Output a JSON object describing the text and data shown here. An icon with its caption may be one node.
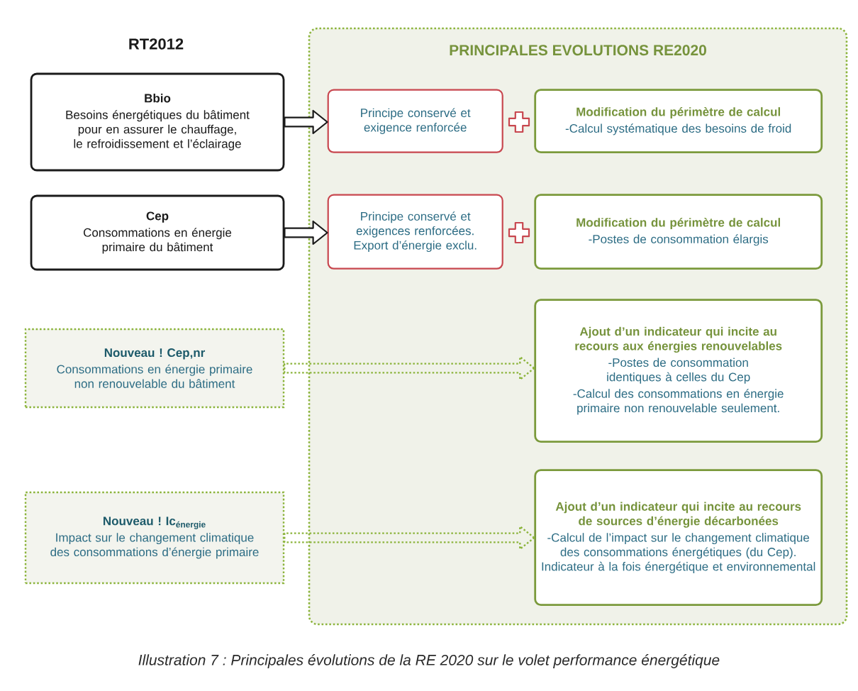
{
  "diagram": {
    "caption": "Illustration 7 : Principales évolutions de la RE 2020 sur le volet performance énergétique",
    "nodes": [
      {
        "text": [
          "PRINCIPALES EVOLUTIONS RE2020"
        ]
      },
      {
        "text": [
          "Bbio",
          "Besoins énergétiques du bâtiment pour en assurer le chauffage, le refroidissement et l’éclairage"
        ]
      },
      {
        "text": [
          "Principe conservé et exigence renforcée"
        ],
        "in": 0
      },
      {
        "text": [
          "Modification du périmètre de calcul",
          "-Calcul systématique des besoins de froid"
        ],
        "in": 0
      },
      {
        "text": [
          "Cep",
          "Consommations en énergie primaire du bâtiment"
        ]
      },
      {
        "text": [
          "Principe conservé et exigences renforcées. Export d’énergie exclu."
        ],
        "in": 0
      },
      {
        "text": [
          "Modification du périmètre de calcul",
          "-Postes de consommation élargis"
        ],
        "in": 0
      },
      {
        "text": [
          "Nouveau ! Cep,nr",
          "Consommations en énergie primaire non renouvelable du bâtiment"
        ]
      },
      {
        "text": [
          "Ajout d’un indicateur qui incite au recours aux énergies renouvelables",
          "-Postes de consommation identiques à celles du Cep",
          "-Calcul des consommations en énergie primaire non renouvelable seulement."
        ],
        "in": 0
      },
      {
        "text": [
          "Nouveau ! Ic$_{énergie}$",
          "Impact sur le changement climatique des consommations d’énergie primaire"
        ]
      },
      {
        "text": [
          "Ajout d’un indicateur qui incite au recours de sources d’énergie décarbonées",
          "-Calcul de l’impact sur le changement climatique des consommations énergétiques (du Cep). Indicateur à la fois énergétique et environnemental"
        ],
        "in": 0
      }
    ],
    "edges": [
      {
        "from": 1,
        "to": 2,
        "arrow": "to"
      },
      {
        "from": 4,
        "to": 5,
        "arrow": "to"
      },
      {
        "from": 7,
        "to": 8,
        "arrow": "to",
        "style": "dashed",
        "color": "#8cb43c"
      },
      {
        "from": 9,
        "to": 10,
        "arrow": "to",
        "style": "dashed",
        "color": "#8cb43c"
      }
    ],
    "labels": [
      "RT2012"
    ]
  }
}
